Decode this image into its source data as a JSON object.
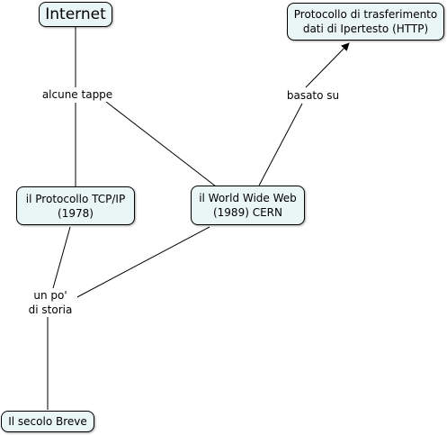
{
  "map": {
    "background": "#ffffff",
    "node_fill": "#eaf5f5",
    "line_color": "#000000",
    "nodes": {
      "internet": "Internet",
      "http": "Protocollo di trasferimento\ndati di Ipertesto (HTTP)",
      "tcpip": "il Protocollo TCP/IP\n(1978)",
      "www": "il World Wide Web\n(1989) CERN",
      "secolo": "Il secolo Breve"
    },
    "links": {
      "alcune_tappe": "alcune tappe",
      "basato_su": "basato su",
      "storia": "un po'\ndi storia"
    }
  }
}
